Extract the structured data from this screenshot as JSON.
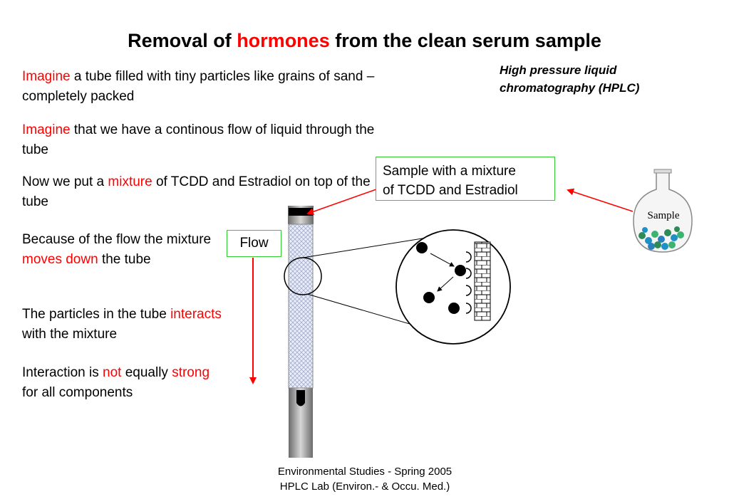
{
  "title": {
    "before": "Removal of ",
    "highlight": "hormones",
    "after": " from the clean serum sample"
  },
  "paragraphs": [
    {
      "highlight": "Imagine",
      "rest": " a tube filled with tiny particles like grains of sand – completely packed"
    },
    {
      "highlight": "Imagine",
      "rest": " that we have a continous flow of liquid through the tube"
    },
    {
      "before": "Now we put a ",
      "highlight": "mixture",
      "after": " of TCDD and Estradiol on top of the tube"
    },
    {
      "before": "Because of the flow the mixture ",
      "highlight": "moves down",
      "after": " the tube"
    },
    {
      "before": "The particles in the tube ",
      "highlight": "interacts",
      "after": " with the mixture"
    },
    {
      "before": "Interaction is ",
      "highlight": "not",
      "middle": " equally ",
      "highlight2": "strong",
      "after": " for all components"
    }
  ],
  "hplc_note": {
    "line1": "High pressure liquid",
    "line2": "chromatography (HPLC)"
  },
  "sample_callout": {
    "line1": "Sample with a mixture",
    "line2": "of TCDD and Estradiol"
  },
  "flow_label": "Flow",
  "flask_label": "Sample",
  "footer": {
    "line1": "Environmental Studies - Spring 2005",
    "line2": "HPLC Lab (Environ.- & Occu. Med.)"
  },
  "colors": {
    "highlight": "#ff0000",
    "callout_border": "#33cc33",
    "arrow": "#ff0000"
  }
}
